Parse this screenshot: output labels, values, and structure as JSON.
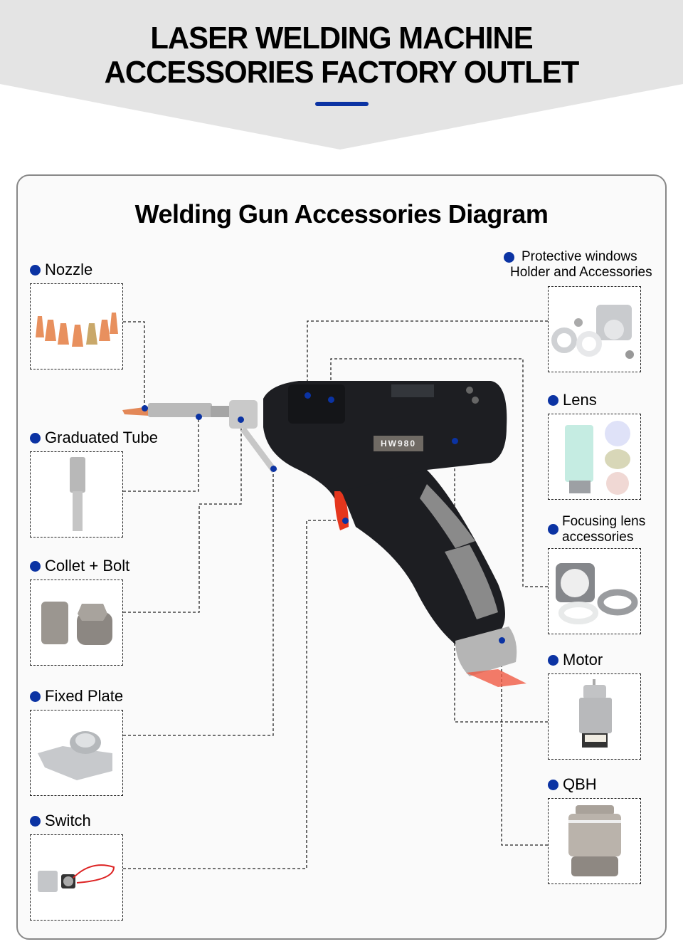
{
  "banner": {
    "title_line1": "LASER WELDING MACHINE",
    "title_line2": "ACCESSORIES FACTORY OUTLET",
    "accent_color": "#0b33a3",
    "background_color": "#e4e4e4"
  },
  "diagram": {
    "title": "Welding Gun Accessories Diagram",
    "gun_model": "HW980",
    "bullet_color": "#0b33a3",
    "left_parts": [
      {
        "label": "Nozzle",
        "icon": "nozzle-set-image"
      },
      {
        "label": "Graduated Tube",
        "icon": "graduated-tube-image"
      },
      {
        "label": "Collet + Bolt",
        "icon": "collet-bolt-image"
      },
      {
        "label": "Fixed Plate",
        "icon": "fixed-plate-image"
      },
      {
        "label": "Switch",
        "icon": "switch-image"
      }
    ],
    "right_parts": [
      {
        "label_line1": "Protective windows",
        "label_line2": "Holder and Accessories",
        "icon": "protective-window-holder-image"
      },
      {
        "label": "Lens",
        "icon": "lens-image"
      },
      {
        "label_line1": "Focusing lens",
        "label_line2": "accessories",
        "icon": "focusing-lens-accessories-image"
      },
      {
        "label": "Motor",
        "icon": "motor-image"
      },
      {
        "label": "QBH",
        "icon": "qbh-connector-image"
      }
    ]
  }
}
